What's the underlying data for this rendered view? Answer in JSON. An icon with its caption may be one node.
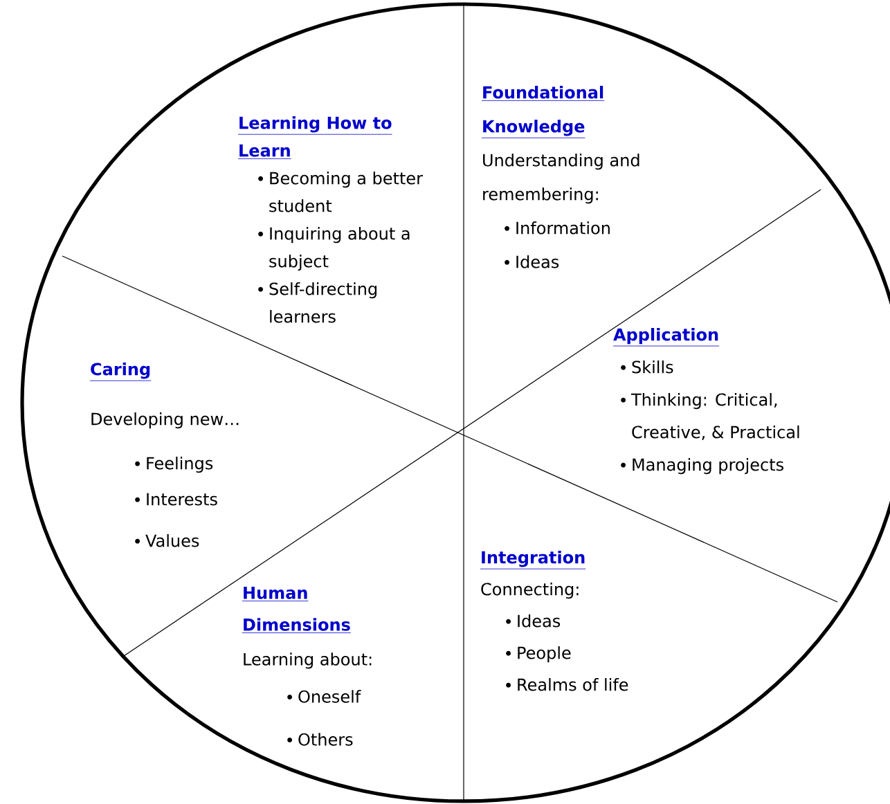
{
  "diagram": {
    "nodes": [
      {
        "text": [
          "Learning How to Learn",
          "Becoming a better student",
          "Inquiring about a subject",
          "Self-directing learners"
        ]
      },
      {
        "text": [
          "Foundational Knowledge",
          "Understanding and remembering:",
          "Information",
          "Ideas"
        ]
      },
      {
        "text": [
          "Application",
          "Skills",
          "Thinking: Critical, Creative, & Practical",
          "Managing projects"
        ]
      },
      {
        "text": [
          "Integration",
          "Connecting:",
          "Ideas",
          "People",
          "Realms of life"
        ]
      },
      {
        "text": [
          "Human Dimensions",
          "Learning about:",
          "Oneself",
          "Others"
        ]
      },
      {
        "text": [
          "Caring",
          "Developing new…",
          "Feelings",
          "Interests",
          "Values"
        ]
      }
    ]
  }
}
